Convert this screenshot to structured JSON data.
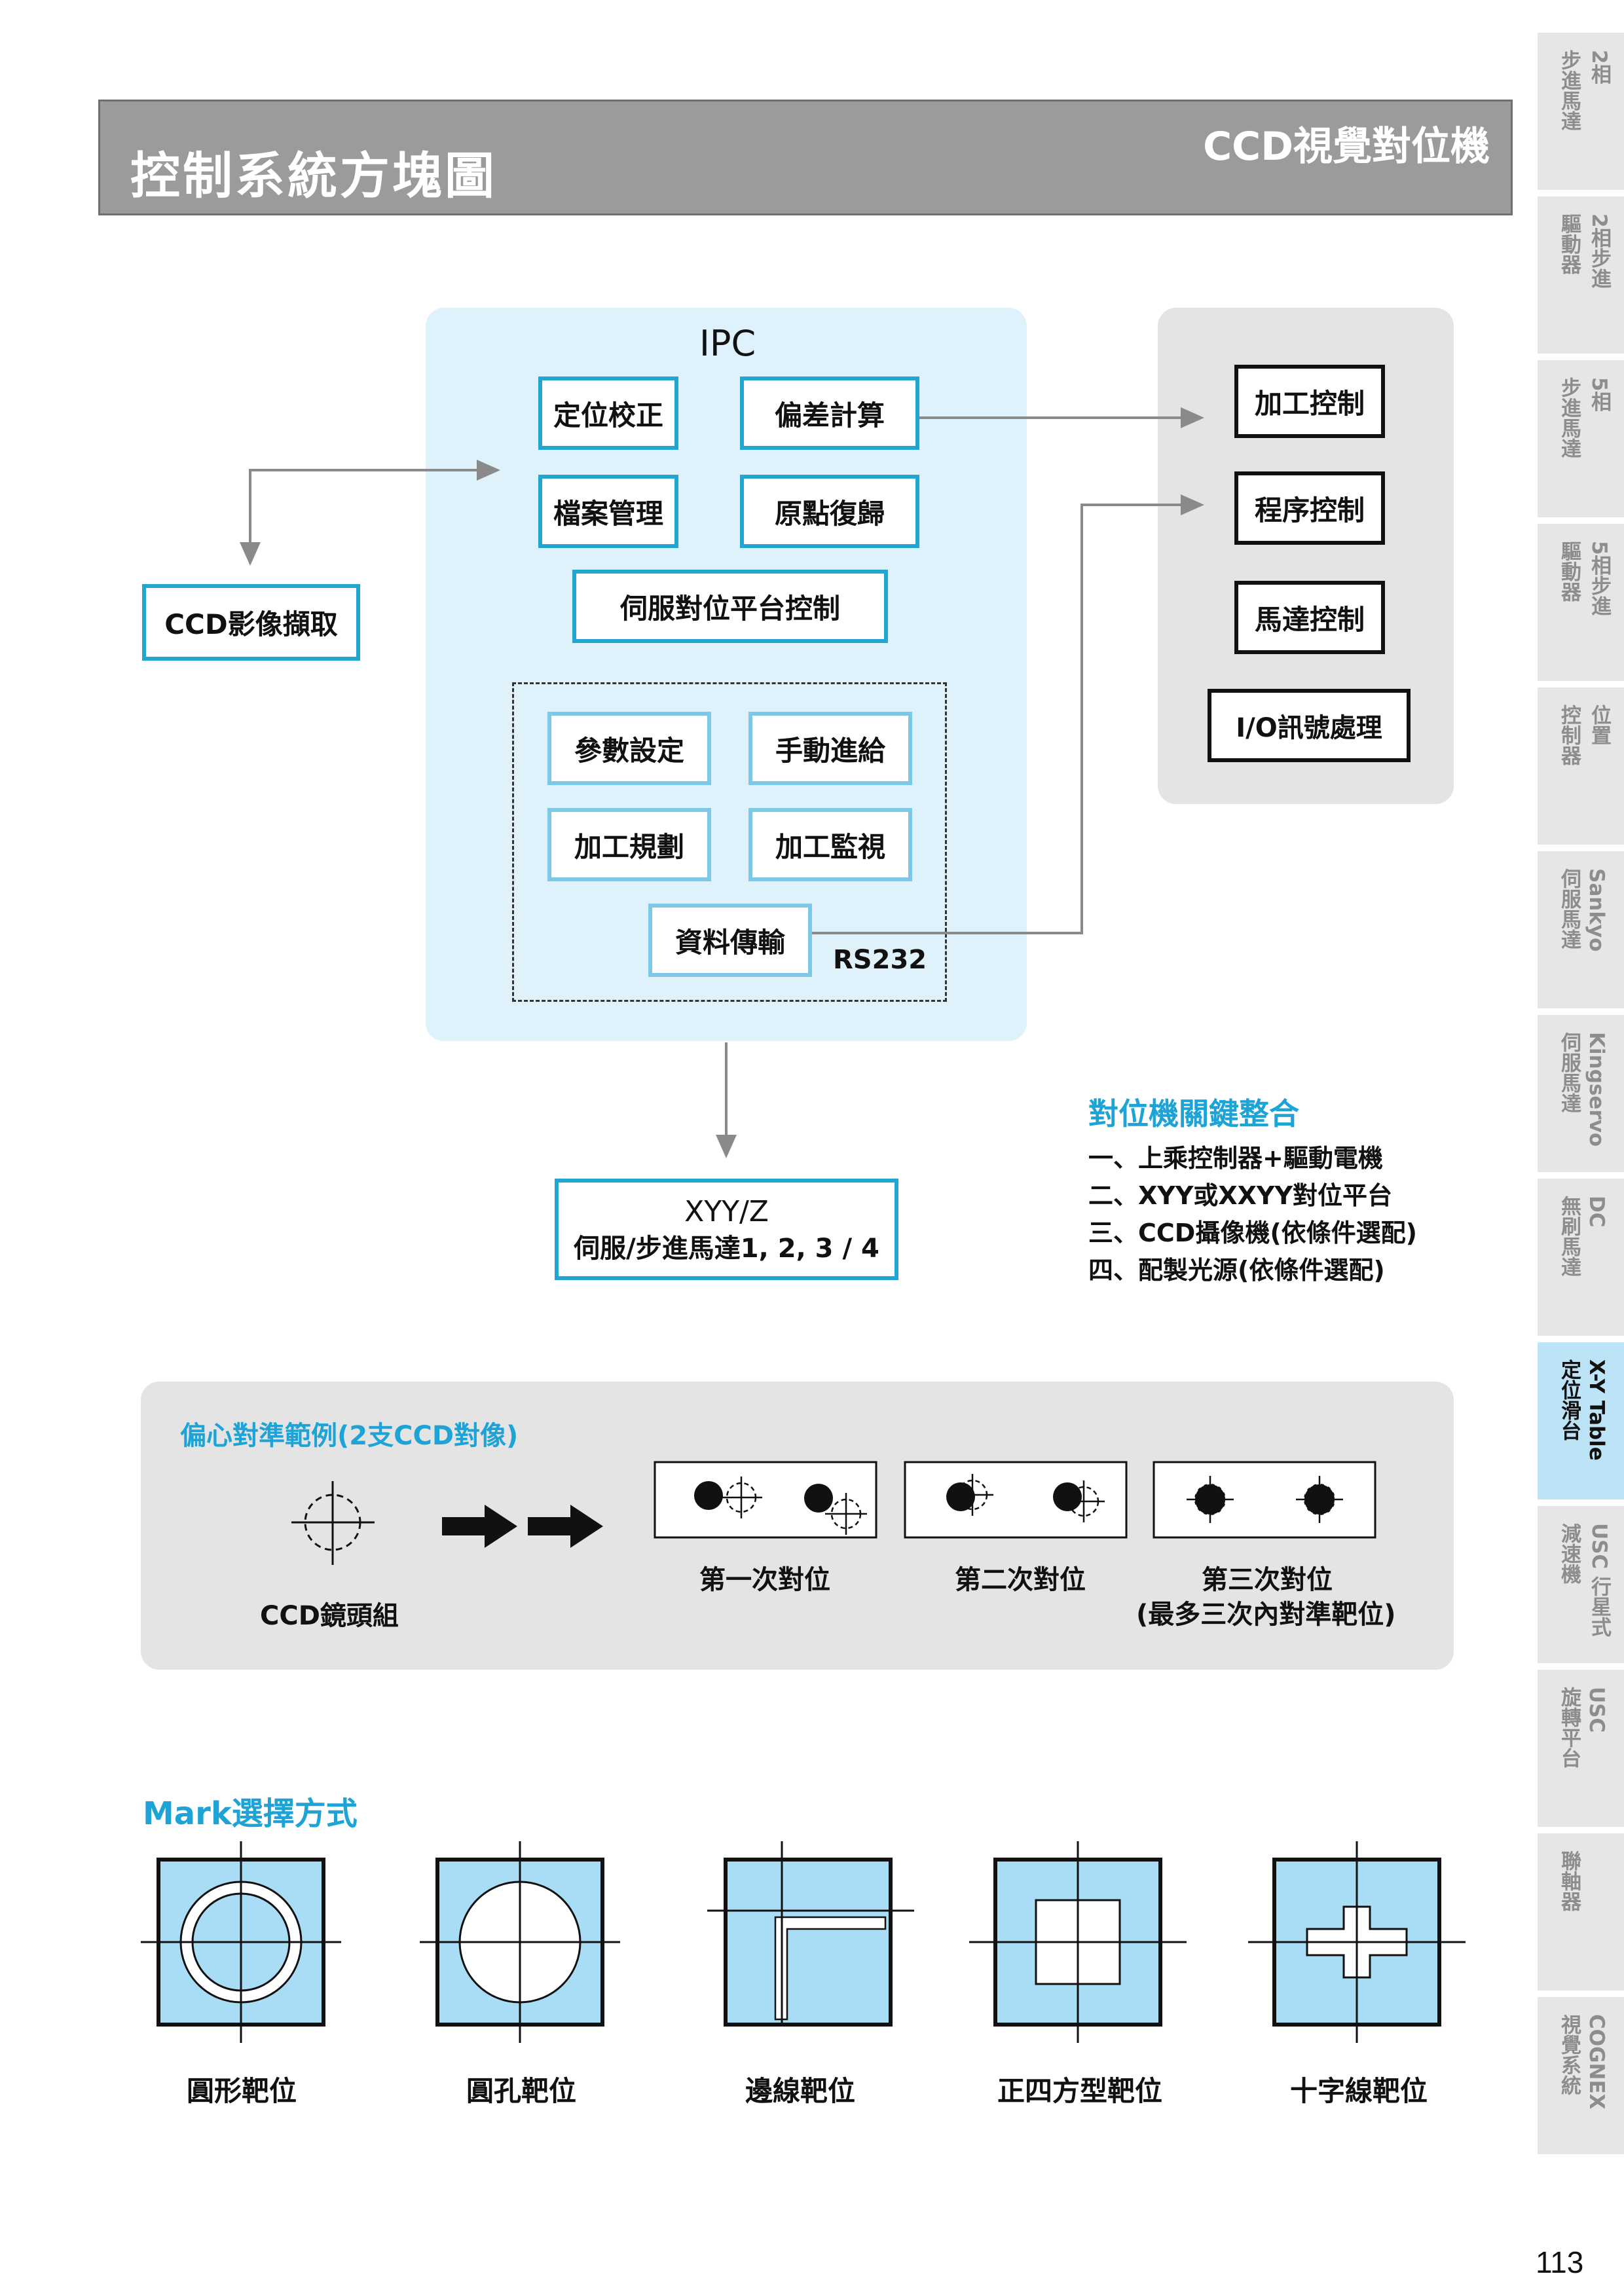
{
  "header": {
    "title": "控制系統方塊圖",
    "subtitle": "CCD視覺對位機"
  },
  "side_tabs": [
    {
      "line1": "2相",
      "line2": "步進馬達",
      "active": false
    },
    {
      "line1": "2相步進",
      "line2": "驅動器",
      "active": false
    },
    {
      "line1": "5相",
      "line2": "步進馬達",
      "active": false
    },
    {
      "line1": "5相步進",
      "line2": "驅動器",
      "active": false
    },
    {
      "line1": "位置",
      "line2": "控制器",
      "active": false
    },
    {
      "line1": "Sankyo",
      "line2": "伺服馬達",
      "active": false
    },
    {
      "line1": "Kingservo",
      "line2": "伺服馬達",
      "active": false
    },
    {
      "line1": "DC",
      "line2": "無刷馬達",
      "active": false
    },
    {
      "line1": "X-Y Table",
      "line2": "定位滑台",
      "active": true
    },
    {
      "line1": "USC 行星式",
      "line2": "減速機",
      "active": false
    },
    {
      "line1": "USC",
      "line2": "旋轉平台",
      "active": false
    },
    {
      "line1": "",
      "line2": "聯軸器",
      "active": false
    },
    {
      "line1": "COGNEX",
      "line2": "視覺系統",
      "active": false
    }
  ],
  "page_number": "113",
  "diagram": {
    "ipc_title": "IPC",
    "ipc_boxes": {
      "positioning_calibration": "定位校正",
      "deviation_calc": "偏差計算",
      "file_management": "檔案管理",
      "origin_return": "原點復歸",
      "servo_platform": "伺服對位平台控制",
      "parameter_setting": "參數設定",
      "manual_feed": "手動進給",
      "machining_plan": "加工規劃",
      "machining_monitor": "加工監視",
      "data_transfer": "資料傳輸"
    },
    "rs232_label": "RS232",
    "ccd_capture": "CCD影像擷取",
    "controls": {
      "machining_control": "加工控制",
      "program_control": "程序控制",
      "motor_control": "馬達控制",
      "io_processing": "I/O訊號處理"
    },
    "xyz_box": {
      "line1": "XYY/Z",
      "line2": "伺服/步進馬達1, 2, 3 / 4"
    }
  },
  "integration": {
    "title": "對位機關鍵整合",
    "items": [
      "一、上乘控制器+驅動電機",
      "二、XYY或XXYY對位平台",
      "三、CCD攝像機(依條件選配)",
      "四、配製光源(依條件選配)"
    ]
  },
  "eccentric": {
    "title": "偏心對準範例(2支CCD對像)",
    "lens_label": "CCD鏡頭組",
    "step1": "第一次對位",
    "step2": "第二次對位",
    "step3_line1": "第三次對位",
    "step3_line2": "(最多三次內對準靶位)"
  },
  "mark": {
    "title": "Mark選擇方式",
    "items": [
      "圓形靶位",
      "圓孔靶位",
      "邊線靶位",
      "正四方型靶位",
      "十字線靶位"
    ]
  },
  "colors": {
    "accent": "#1ea3d6",
    "box_border": "#21a6d3",
    "panel_blue": "#dff2fb",
    "panel_gray": "#e4e4e4",
    "mark_fill": "#a9dcf5"
  }
}
